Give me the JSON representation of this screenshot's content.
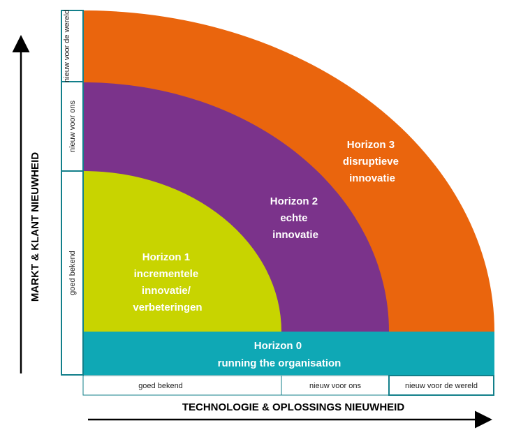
{
  "horizons": [
    {
      "id": "h0",
      "lines": [
        "Horizon 0",
        "running the organisation"
      ],
      "color": "#0fa8b5"
    },
    {
      "id": "h1",
      "lines": [
        "Horizon 1",
        "incrementele",
        "innovatie/",
        "verbeteringen"
      ],
      "color": "#c8d400"
    },
    {
      "id": "h2",
      "lines": [
        "Horizon 2",
        "echte",
        "innovatie"
      ],
      "color": "#7b338b"
    },
    {
      "id": "h3",
      "lines": [
        "Horizon 3",
        "disruptieve",
        "innovatie"
      ],
      "color": "#ea650d"
    }
  ],
  "x_axis": {
    "title": "TECHNOLOGIE & OPLOSSINGS NIEUWHEID",
    "levels": [
      "goed bekend",
      "nieuw voor ons",
      "nieuw voor de wereld"
    ]
  },
  "y_axis": {
    "title": "MARKT & KLANT NIEUWHEID",
    "levels": [
      "goed bekend",
      "nieuw voor ons",
      "nieuw voor de wereld"
    ]
  },
  "box_border_color": "#127f8a"
}
